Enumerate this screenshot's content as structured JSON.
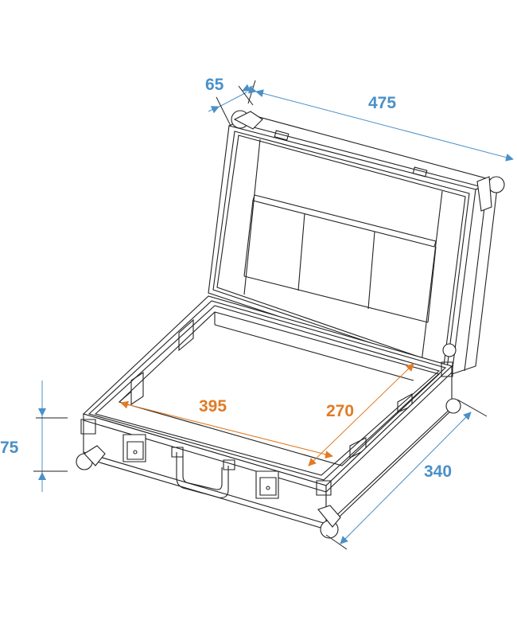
{
  "diagram": {
    "subject": "Open flight case, isometric line drawing",
    "colors": {
      "outer_dimensions": "#4a90c8",
      "inner_dimensions": "#e07b25",
      "line_art": "#222222",
      "background": "#ffffff"
    },
    "dimensions": {
      "outer": [
        {
          "id": "lid-depth",
          "value": "65"
        },
        {
          "id": "outer-length",
          "value": "475"
        },
        {
          "id": "outer-height",
          "value": "75"
        },
        {
          "id": "outer-depth",
          "value": "340"
        }
      ],
      "inner": [
        {
          "id": "inner-length",
          "value": "395"
        },
        {
          "id": "inner-depth",
          "value": "270"
        }
      ]
    }
  }
}
